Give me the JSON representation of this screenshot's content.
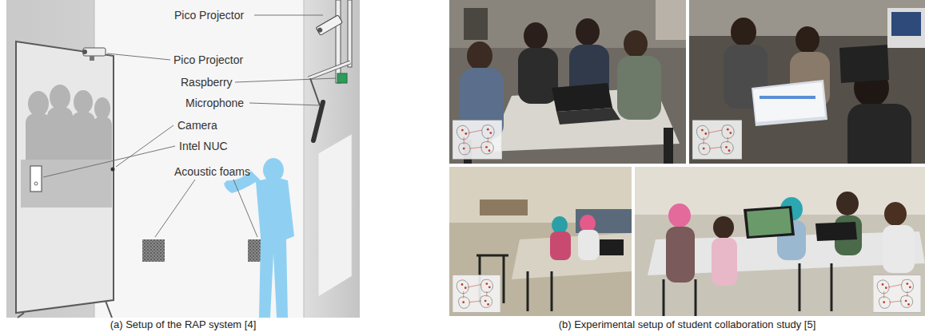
{
  "diagram": {
    "labels": [
      "Pico Projector",
      "Pico Projector",
      "Raspberry",
      "Microphone",
      "Camera",
      "Intel NUC",
      "Acoustic foams",
      "(a) Setup of the RAP system [4]",
      "(b) Experimental setup of student collaboration study [5]"
    ]
  }
}
